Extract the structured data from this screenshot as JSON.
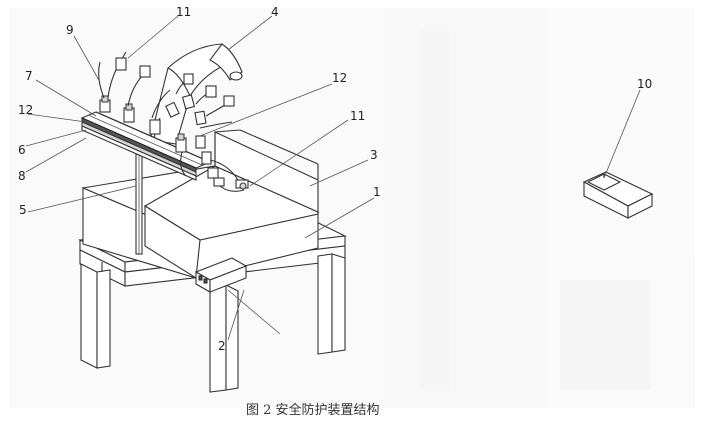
{
  "caption": "图 2   安全防护装置结构",
  "callouts": {
    "c1": "1",
    "c2": "2",
    "c3": "3",
    "c4": "4",
    "c5": "5",
    "c6": "6",
    "c7": "7",
    "c8": "8",
    "c9": "9",
    "c10": "10",
    "c11a": "11",
    "c11b": "11",
    "c12a": "12",
    "c12b": "12"
  }
}
